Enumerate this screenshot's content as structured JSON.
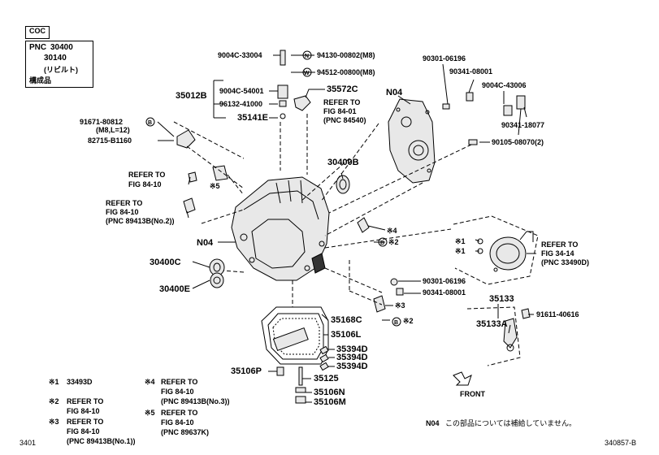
{
  "header": {
    "tag": "COC",
    "pnc_label": "PNC",
    "pnc_main": "30400",
    "pnc_sub": "30140",
    "pnc_note": "(リビルト)",
    "assembly": "構成品"
  },
  "parts": {
    "p9004C33004": "9004C-33004",
    "p9413000802": "94130-00802(M8)",
    "p9451200800": "94512-00800(M8)",
    "p35012B": "35012B",
    "p9004C54001": "9004C-54001",
    "p9613241000": "96132-41000",
    "p35141E": "35141E",
    "p35572C": "35572C",
    "ref8401_a": "REFER TO",
    "ref8401_b": "FIG 84-01",
    "ref8401_c": "(PNC 84540)",
    "p9167180812": "91671-80812",
    "p9167180812_note": "(M8,L=12)",
    "p82715B1160": "82715-B1160",
    "n04_top": "N04",
    "p9030106196a": "90301-06196",
    "p9034108001a": "90341-08001",
    "p9004C43006": "9004C-43006",
    "p9034118077": "90341-18077",
    "p9010508070": "90105-08070(2)",
    "p30400B": "30400B",
    "refA_a": "REFER TO",
    "refA_b": "FIG 84-10",
    "star5": "※5",
    "refB_a": "REFER TO",
    "refB_b": "FIG 84-10",
    "refB_c": "(PNC 89413B(No.2))",
    "star4": "※4",
    "star2a": "※2",
    "n04_mid": "N04",
    "star1a": "※1",
    "star1b": "※1",
    "ref3414_a": "REFER TO",
    "ref3414_b": "FIG 34-14",
    "ref3414_c": "(PNC 33490D)",
    "p30400C": "30400C",
    "p30400E": "30400E",
    "p9030106196b": "90301-06196",
    "p9034108001b": "90341-08001",
    "star3": "※3",
    "star2b": "※2",
    "p35133": "35133",
    "p35133A": "35133A",
    "p9161140616": "91611-40616",
    "p35168C": "35168C",
    "p35106L": "35106L",
    "p35394D_1": "35394D",
    "p35394D_2": "35394D",
    "p35394D_3": "35394D",
    "p35106P": "35106P",
    "p35125": "35125",
    "p35106N": "35106N",
    "p35106M": "35106M",
    "front": "FRONT",
    "circle_n": "N",
    "circle_w": "W",
    "circle_b": "B"
  },
  "footnotes": {
    "f1_mark": "※1",
    "f1_text": "33493D",
    "f2_mark": "※2",
    "f2_a": "REFER TO",
    "f2_b": "FIG 84-10",
    "f3_mark": "※3",
    "f3_a": "REFER TO",
    "f3_b": "FIG 84-10",
    "f3_c": "(PNC 89413B(No.1))",
    "f4_mark": "※4",
    "f4_a": "REFER TO",
    "f4_b": "FIG 84-10",
    "f4_c": "(PNC 89413B(No.3))",
    "f5_mark": "※5",
    "f5_a": "REFER TO",
    "f5_b": "FIG 84-10",
    "f5_c": "(PNC 89637K)",
    "note_code": "N04",
    "note_text": "この部品については補給していません。",
    "fig_left": "3401",
    "fig_right": "340857-B"
  }
}
